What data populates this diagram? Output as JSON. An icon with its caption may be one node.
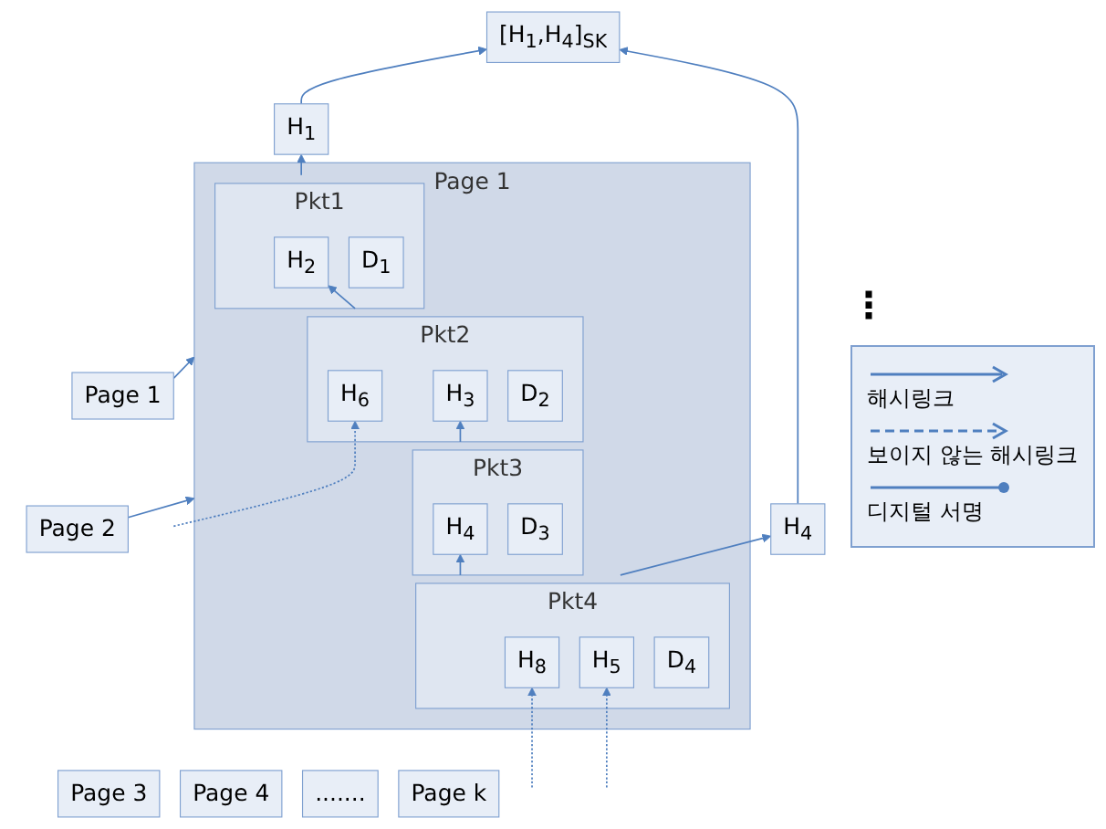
{
  "diagram": {
    "nodes": [
      {
        "text": [
          "Page 1"
        ]
      },
      {
        "text": [
          "Page 2"
        ]
      },
      {
        "text": [
          "Page 3"
        ]
      },
      {
        "text": [
          "Page 4"
        ]
      },
      {
        "text": [
          "......."
        ]
      },
      {
        "text": [
          "Page k"
        ]
      },
      {
        "text": [
          "[H$_{1}$,H$_{4}$]$_{SK}$"
        ]
      },
      {
        "text": [
          "H$_{1}$"
        ]
      },
      {
        "text": [
          "H$_{4}$"
        ]
      },
      {
        "text": [
          "Page 1"
        ]
      },
      {
        "text": [
          "Pkt1"
        ],
        "in": 9
      },
      {
        "text": [
          "D$_{1}$"
        ],
        "in": 10
      },
      {
        "text": [
          "H$_{2}$"
        ],
        "in": 10
      },
      {
        "text": [
          "Pkt2"
        ],
        "in": 9
      },
      {
        "text": [
          "D$_{2}$"
        ],
        "in": 13
      },
      {
        "text": [
          "H$_{3}$"
        ],
        "in": 13
      },
      {
        "text": [
          "H$_{6}$"
        ],
        "in": 13
      },
      {
        "text": [
          "Pkt3"
        ],
        "in": 9
      },
      {
        "text": [
          "D$_{3}$"
        ],
        "in": 17
      },
      {
        "text": [
          "H$_{4}$"
        ],
        "in": 17
      },
      {
        "text": [
          "Pkt4"
        ],
        "in": 9
      },
      {
        "text": [
          "D$_{4}$"
        ],
        "in": 20
      },
      {
        "text": [
          "H$_{5}$"
        ],
        "in": 20
      },
      {
        "text": [
          "H$_{8}$"
        ],
        "in": 20
      }
    ],
    "edges": [
      {
        "from": 0,
        "to": 9,
        "arrow": "to"
      },
      {
        "from": 1,
        "to": 9,
        "arrow": "to"
      },
      {
        "from": 7,
        "to": 6,
        "arrow": "to"
      },
      {
        "from": 8,
        "to": 6,
        "arrow": "to"
      },
      {
        "from": 10,
        "to": 7,
        "arrow": "to"
      },
      {
        "from": 13,
        "to": 12,
        "arrow": "to"
      },
      {
        "from": 17,
        "to": 15,
        "arrow": "to"
      },
      {
        "from": 20,
        "to": 19,
        "arrow": "to"
      },
      {
        "from": 20,
        "to": 8,
        "arrow": "to"
      },
      {
        "from": null,
        "to": 16,
        "arrow": "to",
        "style": "dashed"
      },
      {
        "from": null,
        "to": 22,
        "arrow": "to",
        "style": "dashed"
      },
      {
        "from": null,
        "to": 23,
        "arrow": "to",
        "style": "dashed"
      }
    ],
    "labels": [
      "⋮"
    ],
    "legend": [
      {
        "text": "해시링크"
      },
      {
        "text": "보이지 않는 해시링크"
      },
      {
        "text": "디지털 서명"
      }
    ]
  }
}
